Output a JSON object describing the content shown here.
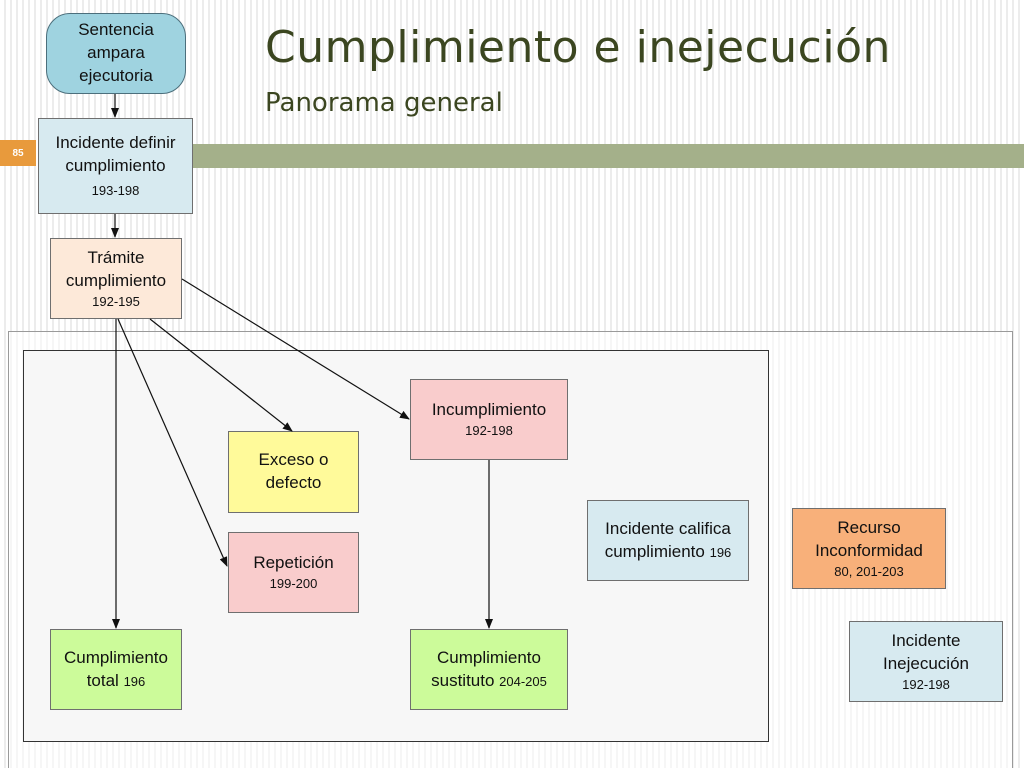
{
  "header": {
    "title": "Cumplimiento e inejecución",
    "subtitle": "Panorama general",
    "slide_number": "85"
  },
  "nodes": {
    "sentencia": {
      "lines": [
        "Sentencia",
        "ampara",
        "ejecutoria"
      ],
      "color": "#9fd3e0"
    },
    "incidente_definir": {
      "lines": [
        "Incidente definir",
        "cumplimiento"
      ],
      "ref": "193-198",
      "color": "#d7eaf0"
    },
    "tramite": {
      "lines": [
        "Trámite",
        "cumplimiento"
      ],
      "ref": "192-195",
      "color": "#fde9d9"
    },
    "incumplimiento": {
      "lines": [
        "Incumplimiento"
      ],
      "ref": "192-198",
      "color": "#f9cccc"
    },
    "exceso": {
      "lines": [
        "Exceso o",
        "defecto"
      ],
      "color": "#fffa9a"
    },
    "repeticion": {
      "lines": [
        "Repetición"
      ],
      "ref": "199-200",
      "color": "#f9cccc"
    },
    "incidente_califica": {
      "line1": "Incidente califica",
      "line2": "cumplimiento",
      "ref": "196",
      "color": "#d7eaf0"
    },
    "recurso": {
      "lines": [
        "Recurso",
        "Inconformidad"
      ],
      "ref": "80, 201-203",
      "color": "#f8b07a"
    },
    "incidente_inejecucion": {
      "lines": [
        "Incidente",
        "Inejecución"
      ],
      "ref": "192-198",
      "color": "#d7eaf0"
    },
    "cumplimiento_total": {
      "line1": "Cumplimiento",
      "line2": "total",
      "ref": "196",
      "color": "#ccfb9a"
    },
    "cumplimiento_sustituto": {
      "line1": "Cumplimiento",
      "line2": "sustituto",
      "ref": "204-205",
      "color": "#ccfb9a"
    }
  }
}
